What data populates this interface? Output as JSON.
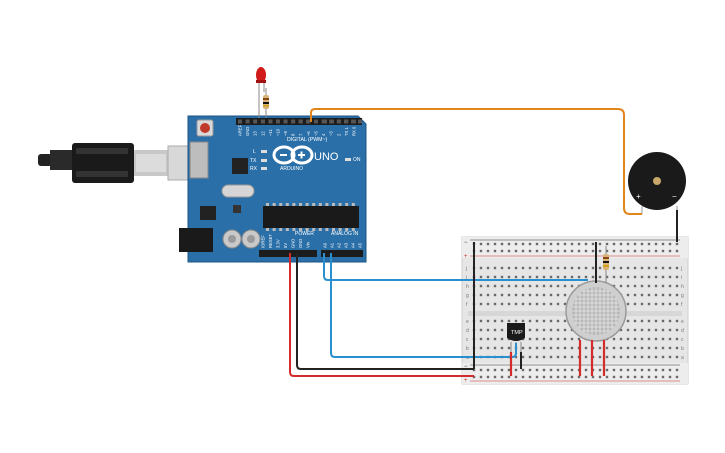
{
  "board": {
    "logo": "ARDUINO",
    "model": "UNO",
    "header_digital": "DIGITAL (PWM~)",
    "header_power": "POWER",
    "header_analog": "ANALOG IN",
    "led_on": "ON",
    "led_tx": "TX",
    "led_rx": "RX",
    "led_l": "L",
    "digital_pins": [
      "AREF",
      "GND",
      "13",
      "12",
      "~11",
      "~10",
      "~9",
      "8",
      "7",
      "~6",
      "~5",
      "4",
      "~3",
      "2",
      "TX 1",
      "RX 0"
    ],
    "power_pins": [
      "IOREF",
      "RESET",
      "3.3V",
      "5V",
      "GND",
      "GND",
      "Vin"
    ],
    "analog_pins": [
      "A0",
      "A1",
      "A2",
      "A3",
      "A4",
      "A5"
    ]
  },
  "sensor": {
    "label": "TMP"
  },
  "buzzer": {
    "plus": "+",
    "minus": "−"
  },
  "breadboard": {
    "row_letters_top": [
      "j",
      "i",
      "h",
      "g",
      "f"
    ],
    "row_letters_bottom": [
      "e",
      "d",
      "c",
      "b",
      "a"
    ],
    "rail_plus": "+",
    "rail_minus": "−"
  },
  "colors": {
    "board": "#2a6fa8",
    "wire_orange": "#e0861a",
    "wire_blue": "#2a8fcf",
    "wire_red": "#d42a2a",
    "wire_black": "#222222"
  }
}
